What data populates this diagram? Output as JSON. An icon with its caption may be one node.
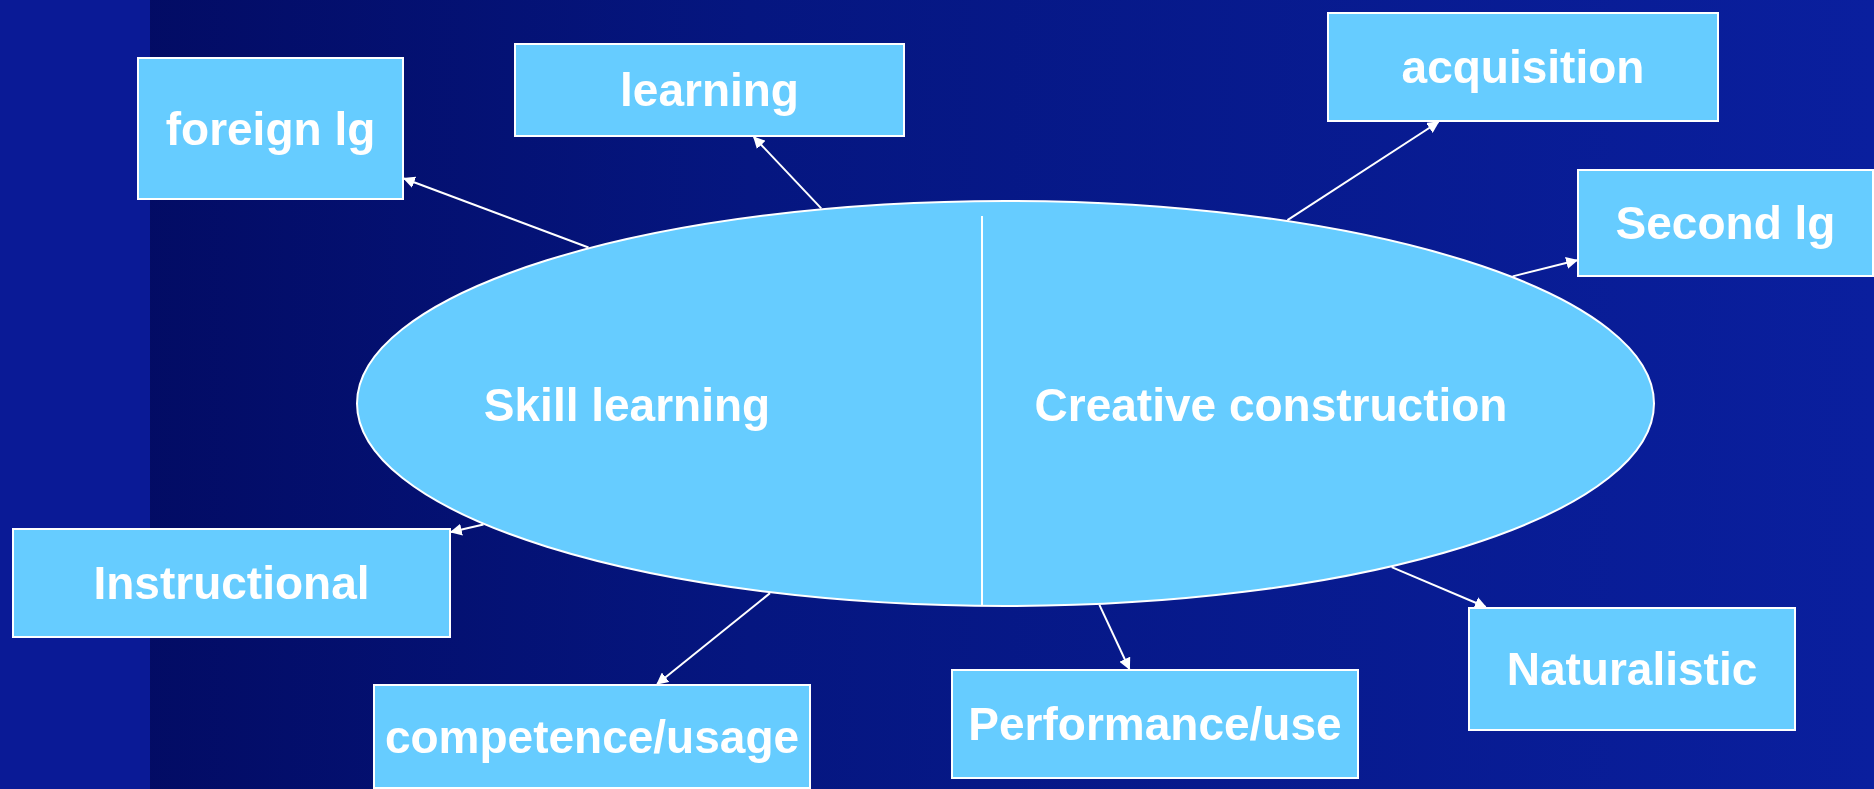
{
  "diagram": {
    "nodes": [
      {
        "text": [
          "Skill learning",
          "Creative construction"
        ]
      },
      {
        "text": [
          "foreign lg"
        ]
      },
      {
        "text": [
          "learning"
        ]
      },
      {
        "text": [
          "acquisition"
        ]
      },
      {
        "text": [
          "Second lg"
        ]
      },
      {
        "text": [
          "Instructional"
        ]
      },
      {
        "text": [
          "competence/usage"
        ]
      },
      {
        "text": [
          "Performance/use"
        ]
      },
      {
        "text": [
          "Naturalistic"
        ]
      }
    ],
    "edges": [
      {
        "from": 0,
        "to": 1,
        "arrow": "to"
      },
      {
        "from": 0,
        "to": 2,
        "arrow": "to"
      },
      {
        "from": 0,
        "to": 3,
        "arrow": "to"
      },
      {
        "from": 0,
        "to": 4,
        "arrow": "to"
      },
      {
        "from": 0,
        "to": 5,
        "arrow": "to"
      },
      {
        "from": 0,
        "to": 6,
        "arrow": "to"
      },
      {
        "from": 0,
        "to": 7,
        "arrow": "to"
      },
      {
        "from": 0,
        "to": 8,
        "arrow": "to"
      }
    ]
  }
}
